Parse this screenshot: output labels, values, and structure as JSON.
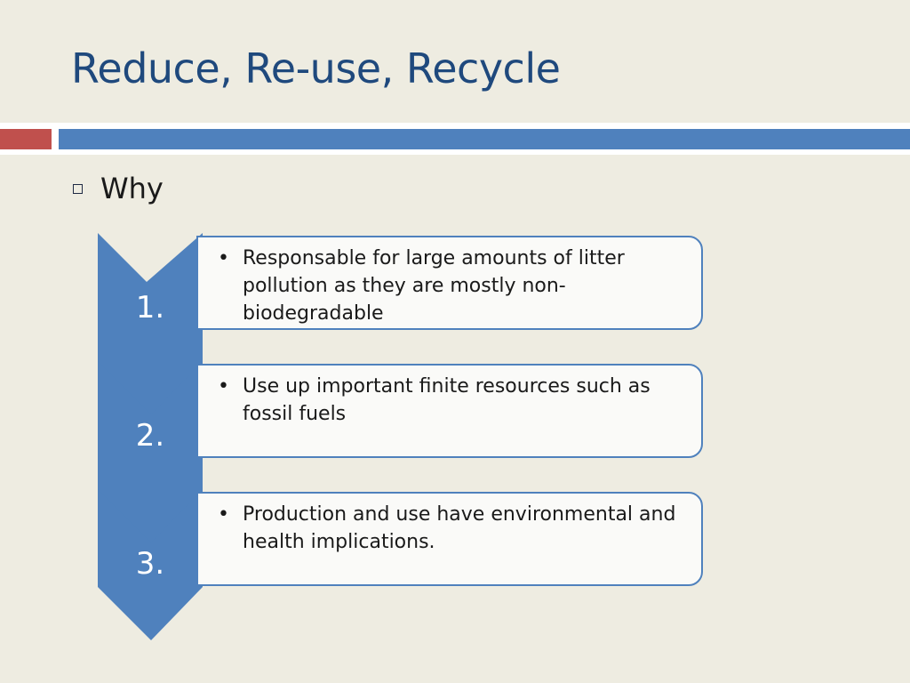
{
  "slide": {
    "title": "Reduce, Re-use, Recycle",
    "bullet": "Why"
  },
  "steps": [
    {
      "number": "1.",
      "text": "Responsable for large amounts of litter pollution as they are mostly non-biodegradable"
    },
    {
      "number": "2.",
      "text": "Use up important finite resources such as fossil fuels"
    },
    {
      "number": "3.",
      "text": "Production and use have environmental and health implications."
    }
  ],
  "colors": {
    "background": "#EEECE1",
    "title": "#1F497D",
    "accent_red": "#C0504D",
    "accent_blue": "#4F81BD",
    "card_fill": "#FAFAF8"
  },
  "icons": {
    "bullet": "hollow-square-bullet-icon"
  }
}
